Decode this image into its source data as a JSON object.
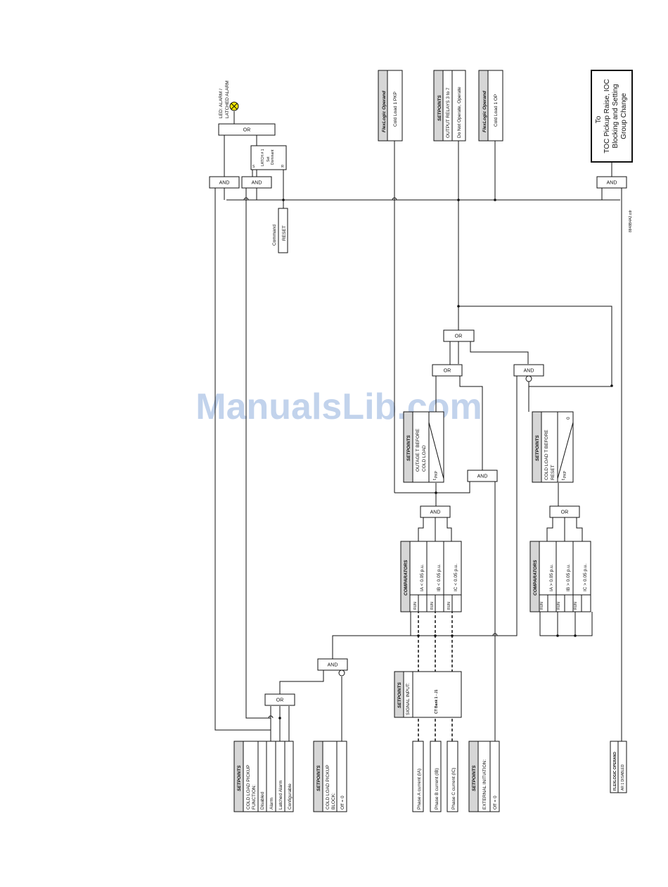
{
  "watermark": "ManualsLib.com",
  "drawing_id": "8848B4A2.cdr",
  "gates": {
    "or_alarm": "OR",
    "and_alarm_1": "AND",
    "and_alarm_2": "AND",
    "and_output": "AND",
    "or_main": "OR",
    "or_mid": "OR",
    "and_reset_timer": "AND",
    "and_comp": "AND",
    "and_ext": "AND",
    "or_comp2": "OR",
    "and_block": "AND",
    "or_function": "OR"
  },
  "led": {
    "label_line1": "LED: ALARM /",
    "label_line2": "LATCHED ALARM"
  },
  "latch": {
    "title_line1": "LATCH # 1",
    "title_line2": "Set",
    "title_line3": "Dominant",
    "s": "S",
    "r": "R"
  },
  "reset": {
    "label": "Command",
    "value": "RESET"
  },
  "flexlogic_pkp": {
    "header": "FlexLogic Operand",
    "value": "Cold Load 1 PKP"
  },
  "output_relays": {
    "header": "SETPOINTS",
    "name": "OUTPUT RELAYS 3 to 7",
    "value": "Do Not Operate, Operate"
  },
  "flexlogic_op": {
    "header": "FlexLogic Operand",
    "value": "Cold Load 1 OP"
  },
  "toc_target": {
    "line1": "To",
    "line2": "TOC Pickup Raise, IOC",
    "line3": "Blocking and Setting",
    "line4": "Group Change"
  },
  "outage_timer": {
    "header": "SETPOINTS",
    "line1": "OUTAGE T BEFORE",
    "line2": "COLD LOAD",
    "tpkp": "t",
    "tpkp_sub": "PKP"
  },
  "reset_timer": {
    "header": "SETPOINTS",
    "line1": "COLD LOAD T BEFORE",
    "line2": "RESET",
    "tpkp": "t",
    "tpkp_sub": "PKP",
    "zero": "0"
  },
  "comparators_under": {
    "header": "COMPARATORS",
    "run": "RUN",
    "rows": [
      "IA < 0.05 p.u.",
      "IB < 0.05 p.u.",
      "IC < 0.05 p.u."
    ]
  },
  "comparators_over": {
    "header": "COMPARATORS",
    "run": "RUN",
    "rows": [
      "IA > 0.05 p.u.",
      "IB > 0.05 p.u.",
      "IC > 0.05 p.u."
    ]
  },
  "signal_input": {
    "header": "SETPOINTS",
    "name": "SIGNAL INPUT:",
    "value": "CT Bank 1 - J1"
  },
  "function": {
    "header": "SETPOINTS",
    "line1": "COLD LOAD PICKUP",
    "line2": "FUNCTION:",
    "options": [
      "Disabled",
      "Alarm",
      "Latched Alarm",
      "Configurable"
    ]
  },
  "block": {
    "header": "SETPOINTS",
    "line1": "COLD LOAD PICKUP",
    "line2": "BLOCK:",
    "value": "Off = 0"
  },
  "phase_currents": [
    "Phase A current (IA)",
    "Phase B current (IB)",
    "Phase C current (IC)"
  ],
  "ext_init": {
    "header": "SETPOINTS",
    "name": "EXTERNAL INITIATION:",
    "value": "Off = 0"
  },
  "ar_disabled": {
    "header": "FLEXLOGIC OPERAND",
    "value": "AR 1 DISABLED"
  }
}
